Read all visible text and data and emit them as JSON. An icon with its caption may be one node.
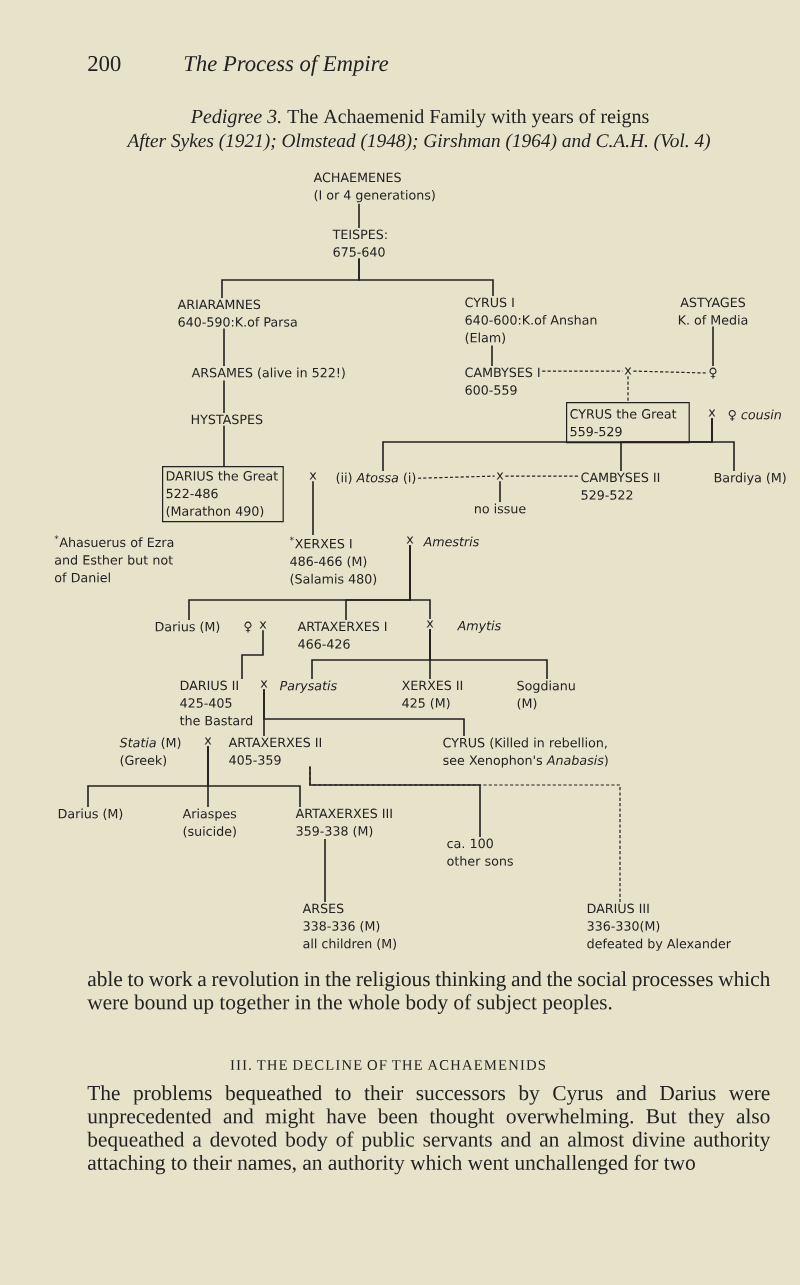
{
  "diagram": {
    "title": "*Pedigree 3.* The Achaemenid Family with years of reigns",
    "caption": "After Sykes (1921); Olmstead (1948); Girshman (1964) and C.A.H. (Vol. 4)",
    "nodes": [
      {
        "text": [
          "ACHAEMENES",
          "(I or 4 generations)"
        ]
      },
      {
        "text": [
          "TEISPES:",
          "675-640"
        ]
      },
      {
        "text": [
          "ARIARAMNES",
          "640-590:K.of Parsa"
        ]
      },
      {
        "text": [
          "CYRUS I",
          "640-600:K.of Anshan",
          "(Elam)"
        ]
      },
      {
        "text": [
          "ASTYAGES",
          "K. of Media"
        ]
      },
      {
        "text": [
          "ARSAMES (alive in 522!)"
        ]
      },
      {
        "text": [
          "CAMBYSES I",
          "600-559"
        ]
      },
      {
        "text": [
          "x"
        ]
      },
      {
        "text": [
          "♀"
        ]
      },
      {
        "text": [
          "HYSTASPES"
        ]
      },
      {
        "text": [
          "CYRUS the Great",
          "559-529"
        ]
      },
      {
        "text": [
          "x"
        ]
      },
      {
        "text": [
          "♀ *cousin*"
        ]
      },
      {
        "text": [
          "DARIUS the Great",
          "522-486",
          "(Marathon 490)"
        ]
      },
      {
        "text": [
          "x"
        ]
      },
      {
        "text": [
          "(ii) *Atossa* (i)"
        ]
      },
      {
        "text": [
          "x"
        ]
      },
      {
        "text": [
          "CAMBYSES II",
          "529-522"
        ]
      },
      {
        "text": [
          "Bardiya (M)"
        ]
      },
      {
        "text": [
          "no issue"
        ]
      },
      {
        "text": [
          "$^{*}$XERXES I",
          "486-466 (M)",
          "(Salamis 480)"
        ]
      },
      {
        "text": [
          "x"
        ]
      },
      {
        "text": [
          "Amestris"
        ]
      },
      {
        "text": [
          "Darius (M)"
        ]
      },
      {
        "text": [
          "♀"
        ]
      },
      {
        "text": [
          "x"
        ]
      },
      {
        "text": [
          "ARTAXERXES I",
          "466-426"
        ]
      },
      {
        "text": [
          "x"
        ]
      },
      {
        "text": [
          "Amytis"
        ]
      },
      {
        "text": [
          "DARIUS II",
          "425-405",
          "the Bastard"
        ]
      },
      {
        "text": [
          "x"
        ]
      },
      {
        "text": [
          "Parysatis"
        ]
      },
      {
        "text": [
          "XERXES II",
          "425 (M)"
        ]
      },
      {
        "text": [
          "Sogdianu",
          "(M)"
        ]
      },
      {
        "text": [
          "*Statia* (M)",
          "(Greek)"
        ]
      },
      {
        "text": [
          "x"
        ]
      },
      {
        "text": [
          "ARTAXERXES II",
          "405-359"
        ]
      },
      {
        "text": [
          "CYRUS (Killed in rebellion, see Xenophon's *Anabasis*)"
        ]
      },
      {
        "text": [
          "Darius (M)"
        ]
      },
      {
        "text": [
          "Ariaspes",
          "(suicide)"
        ]
      },
      {
        "text": [
          "ARTAXERXES III",
          "359-338 (M)"
        ]
      },
      {
        "text": [
          "ca. 100 other sons"
        ]
      },
      {
        "text": [
          "ARSES",
          "338-336 (M)",
          "all children (M)"
        ]
      },
      {
        "text": [
          "DARIUS III",
          "336-330(M)",
          "defeated by Alexander"
        ]
      }
    ],
    "edges": [
      {
        "from": 0,
        "to": 1,
        "arrow": "none"
      },
      {
        "from": 1,
        "to": 2,
        "arrow": "none"
      },
      {
        "from": 1,
        "to": 3,
        "arrow": "none"
      },
      {
        "from": 2,
        "to": 5,
        "arrow": "none"
      },
      {
        "from": 5,
        "to": 9,
        "arrow": "none"
      },
      {
        "from": 9,
        "to": 13,
        "arrow": "none"
      },
      {
        "from": 3,
        "to": 6,
        "arrow": "none"
      },
      {
        "from": 4,
        "to": 8,
        "arrow": "none"
      },
      {
        "from": 6,
        "to": 7,
        "arrow": "none",
        "style": "dashed"
      },
      {
        "from": 7,
        "to": 8,
        "arrow": "none",
        "style": "dashed"
      },
      {
        "from": 7,
        "to": 10,
        "arrow": "none",
        "style": "dashed"
      },
      {
        "from": 11,
        "to": 15,
        "arrow": "none"
      },
      {
        "from": 11,
        "to": 17,
        "arrow": "none"
      },
      {
        "from": 11,
        "to": 18,
        "arrow": "none"
      },
      {
        "from": 14,
        "to": 20,
        "arrow": "none"
      },
      {
        "from": 15,
        "to": 16,
        "arrow": "none",
        "style": "dashed"
      },
      {
        "from": 16,
        "to": 17,
        "arrow": "none",
        "style": "dashed"
      },
      {
        "from": 16,
        "to": 19,
        "arrow": "none"
      },
      {
        "from": 21,
        "to": 23,
        "arrow": "none"
      },
      {
        "from": 21,
        "to": 26,
        "arrow": "none"
      },
      {
        "from": 21,
        "to": 27,
        "arrow": "none"
      },
      {
        "from": 25,
        "to": 29,
        "arrow": "none"
      },
      {
        "from": 27,
        "to": 31,
        "arrow": "none"
      },
      {
        "from": 27,
        "to": 32,
        "arrow": "none"
      },
      {
        "from": 27,
        "to": 33,
        "arrow": "none"
      },
      {
        "from": 30,
        "to": 36,
        "arrow": "none"
      },
      {
        "from": 30,
        "to": 37,
        "arrow": "none"
      },
      {
        "from": 35,
        "to": 38,
        "arrow": "none"
      },
      {
        "from": 35,
        "to": 39,
        "arrow": "none"
      },
      {
        "from": 35,
        "to": 40,
        "arrow": "none"
      },
      {
        "from": 36,
        "to": 41,
        "arrow": "none"
      },
      {
        "from": 36,
        "to": 43,
        "arrow": "none",
        "style": "dashed"
      },
      {
        "from": 40,
        "to": 42,
        "arrow": "none"
      }
    ],
    "labels": [
      "200",
      "The Process of Empire",
      "$^{*}$Ahasuerus of Ezra and Esther but not of Daniel",
      "able to work a revolution in the religious thinking and the social processes which were bound up together in the whole body of subject peoples.",
      "III. THE DECLINE OF THE ACHAEMENIDS",
      "The problems bequeathed to their successors by Cyrus and Darius were unprecedented and might have been thought overwhelming. But they also bequeathed a devoted body of public servants and an almost divine authority attaching to their names, an authority which went unchallenged for two"
    ]
  }
}
